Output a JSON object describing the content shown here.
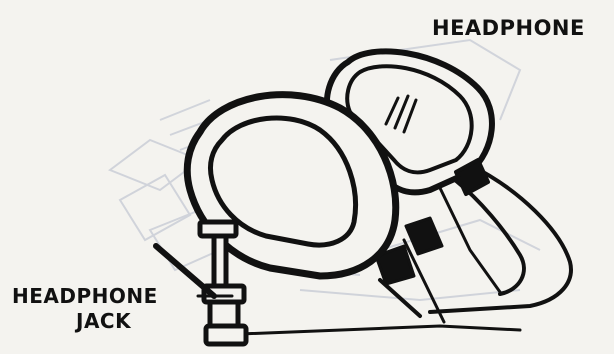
{
  "labels": {
    "top": "HEADPHONE",
    "jack_line1": "HEADPHONE",
    "jack_line2": "JACK"
  },
  "colors": {
    "paper": "#f4f3ef",
    "ink": "#111111",
    "ghost_sketch": "#c8ccd6"
  }
}
